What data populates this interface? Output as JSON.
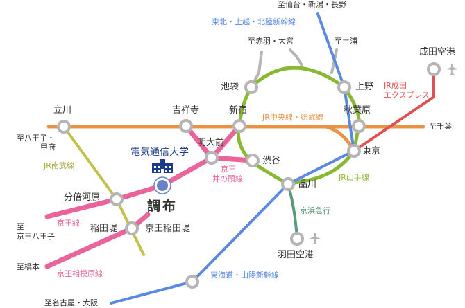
{
  "colors": {
    "chuo_sobu": "#e8944a",
    "yamanote": "#8ab832",
    "nambu": "#c2c24a",
    "keio": "#e8649a",
    "shinkansen": "#5a8ae0",
    "narita_express": "#e05050",
    "keikyu": "#5a9a78",
    "other": "#b5b5b5",
    "station_ring": "#b5b5b5",
    "campus_text": "#1a3a8a",
    "campus_dot": "#6a80c8"
  },
  "campus": {
    "name": "電気通信大学",
    "icon": "school-building-icon",
    "station": "調布"
  },
  "stations": {
    "tachikawa": "立川",
    "kichijoji": "吉祥寺",
    "shinjuku": "新宿",
    "meidaimae": "明大前",
    "shibuya": "渋谷",
    "ikebukuro": "池袋",
    "ueno": "上野",
    "akihabara": "秋葉原",
    "tokyo": "東京",
    "shinagawa": "品川",
    "bubaigawara": "分倍河原",
    "inadazutsumi": "稲田堤",
    "keio_inadazutsumi": "京王稲田堤",
    "haneda": "羽田空港",
    "narita": "成田空港"
  },
  "destinations": {
    "sendai": "至仙台・新潟・長野",
    "akabane": "至赤羽・大宮",
    "tsuchiura": "至土浦",
    "chiba": "至千葉",
    "hachioji_kofu_1": "至八王子・",
    "hachioji_kofu_2": "甲府",
    "keio_hachioji_1": "至",
    "keio_hachioji_2": "京王八王子",
    "hashimoto": "至橋本",
    "nagoya": "至名古屋・大阪"
  },
  "lines": {
    "tohoku_shinkansen": "東北・上越・北陸新幹線",
    "chuo_sobu": "JR中央線・総武線",
    "narita_express_1": "JR成田",
    "narita_express_2": "エクスプレス",
    "nambu": "JR南武線",
    "inokashira_1": "京王",
    "inokashira_2": "井の頭線",
    "yamanote": "JR山手線",
    "keikyu": "京浜急行",
    "keio": "京王線",
    "keio_sagamihara": "京王相模原線",
    "tokaido_shinkansen": "東海道・山陽新幹線"
  },
  "icons": {
    "airport": "airplane-icon"
  }
}
